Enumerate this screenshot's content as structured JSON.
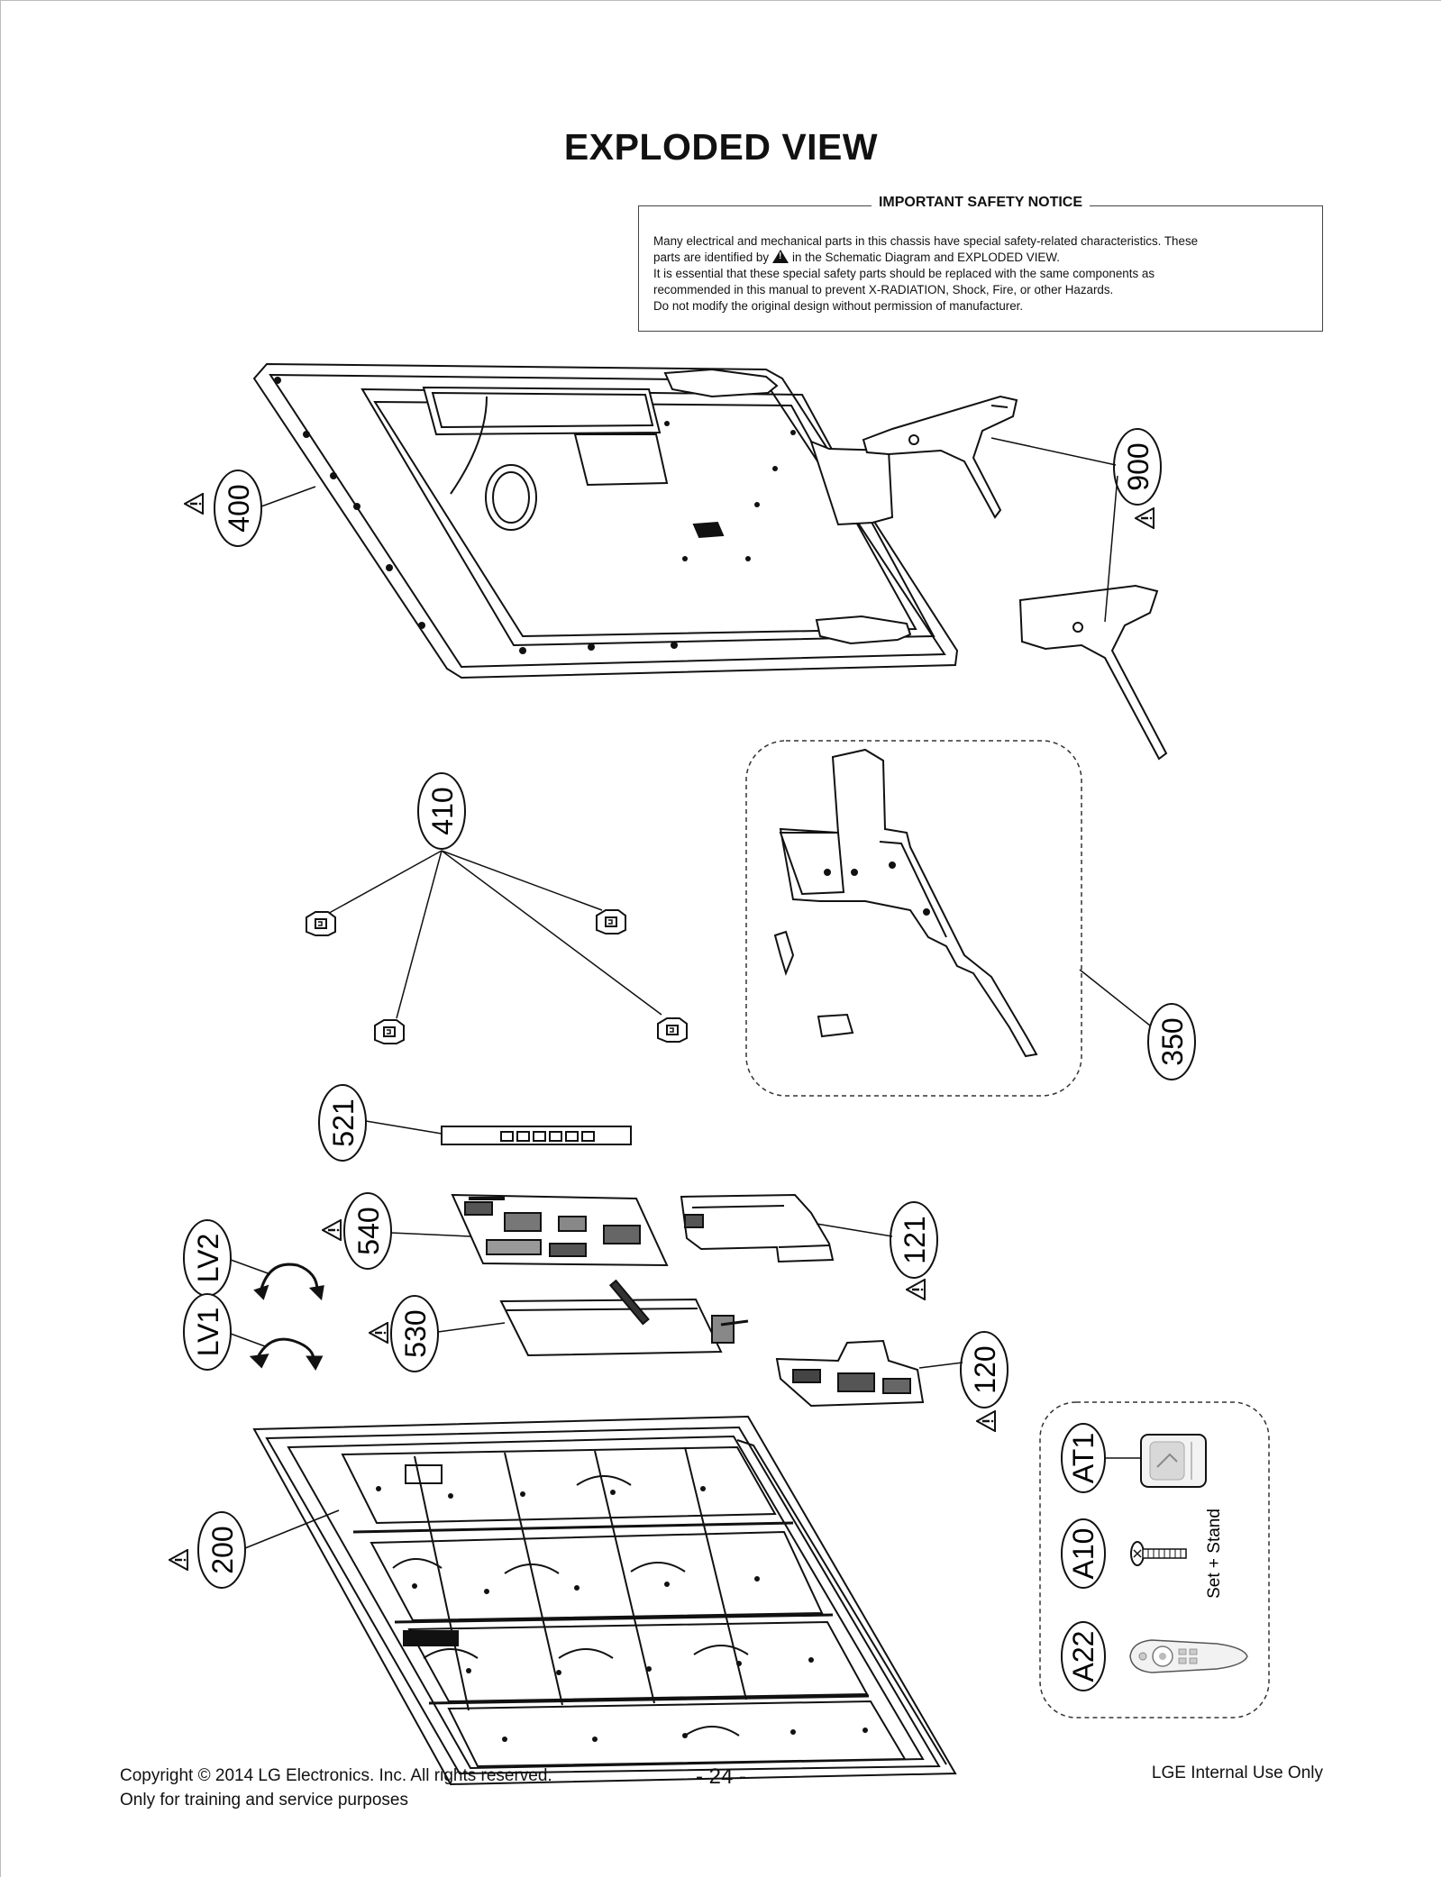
{
  "page": {
    "title": "EXPLODED VIEW"
  },
  "notice": {
    "heading": "IMPORTANT SAFETY NOTICE",
    "line1": "Many electrical and mechanical parts in this chassis have special safety-related characteristics. These",
    "line2_pre": "parts are identified by",
    "line2_post": "in the Schematic Diagram and EXPLODED VIEW.",
    "line3": "It is essential that these special safety parts should be replaced with the same components as",
    "line4": "recommended in this manual to prevent X-RADIATION, Shock, Fire, or other Hazards.",
    "line5": "Do not modify the original design without permission of manufacturer.",
    "warning_icon": "warning-triangle-icon"
  },
  "callouts": {
    "c400": "400",
    "c900": "900",
    "c410": "410",
    "c350": "350",
    "c521": "521",
    "c540": "540",
    "c121": "121",
    "cLV2": "LV2",
    "cLV1": "LV1",
    "c530": "530",
    "c120": "120",
    "cAT1": "AT1",
    "cA10": "A10",
    "cA22": "A22",
    "c200": "200"
  },
  "labels": {
    "set_stand": "Set + Stand"
  },
  "footer": {
    "copyright": "Copyright  © 2014 LG Electronics. Inc. All rights reserved.",
    "purpose": "Only for training and service purposes",
    "page_number": "- 24 -",
    "internal": "LGE Internal Use Only"
  }
}
